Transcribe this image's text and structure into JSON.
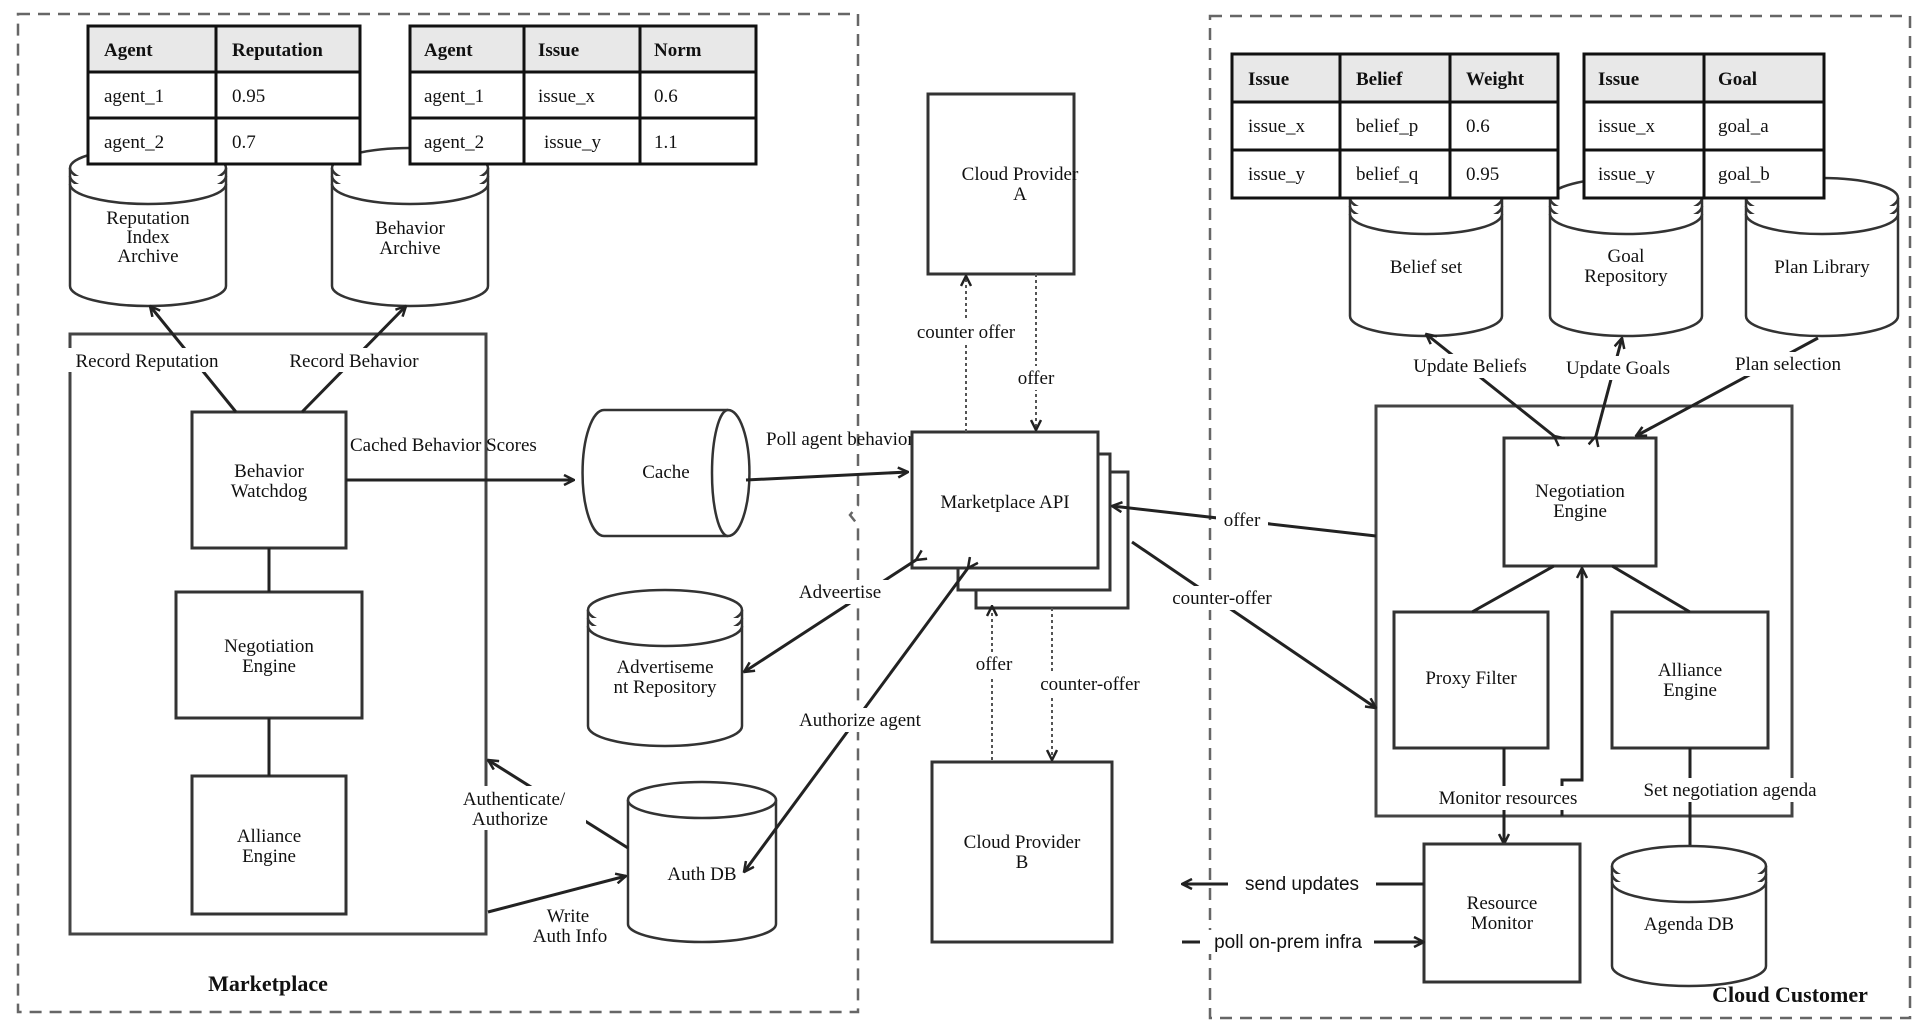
{
  "regions": {
    "marketplace": "Marketplace",
    "cloud_customer": "Cloud Customer"
  },
  "tables": {
    "reputation": {
      "headers": [
        "Agent",
        "Reputation"
      ],
      "rows": [
        [
          "agent_1",
          "0.95"
        ],
        [
          "agent_2",
          "0.7"
        ]
      ]
    },
    "norms": {
      "headers": [
        "Agent",
        "Issue",
        "Norm"
      ],
      "rows": [
        [
          "agent_1",
          "issue_x",
          "0.6"
        ],
        [
          "agent_2",
          "issue_y",
          "1.1"
        ]
      ]
    },
    "beliefs": {
      "headers": [
        "Issue",
        "Belief",
        "Weight"
      ],
      "rows": [
        [
          "issue_x",
          "belief_p",
          "0.6"
        ],
        [
          "issue_y",
          "belief_q",
          "0.95"
        ]
      ]
    },
    "goals": {
      "headers": [
        "Issue",
        "Goal"
      ],
      "rows": [
        [
          "issue_x",
          "goal_a"
        ],
        [
          "issue_y",
          "goal_b"
        ]
      ]
    }
  },
  "stores": {
    "reputation_archive": [
      "Reputation",
      "Index",
      "Archive"
    ],
    "behavior_archive": [
      "Behavior",
      "Archive"
    ],
    "cache": "Cache",
    "advertisement_repo": [
      "Advertiseme",
      "nt Repository"
    ],
    "auth_db": "Auth DB",
    "belief_set": "Belief set",
    "goal_repo": [
      "Goal",
      "Repository"
    ],
    "plan_library": "Plan Library",
    "agenda_db": "Agenda DB"
  },
  "components": {
    "behavior_watchdog": [
      "Behavior",
      "Watchdog"
    ],
    "mp_negotiation_engine": [
      "Negotiation",
      "Engine"
    ],
    "mp_alliance_engine": [
      "Alliance",
      "Engine"
    ],
    "cloud_provider_a": [
      "Cloud Provider",
      "A"
    ],
    "cloud_provider_b": [
      "Cloud Provider",
      "B"
    ],
    "marketplace_api": "Marketplace API",
    "cc_negotiation_engine": [
      "Negotiation",
      "Engine"
    ],
    "proxy_filter": "Proxy Filter",
    "cc_alliance_engine": [
      "Alliance",
      "Engine"
    ],
    "resource_monitor": [
      "Resource",
      "Monitor"
    ]
  },
  "labels": {
    "record_reputation": "Record Reputation",
    "record_behavior": "Record Behavior",
    "cached_behavior_scores": "Cached Behavior Scores",
    "poll_agent_behavior": "Poll agent behavior",
    "advertise": "Adveertise",
    "authorize_agent": "Authorize agent",
    "authenticate": [
      "Authenticate/",
      "Authorize"
    ],
    "write_auth": [
      "Write",
      "Auth Info"
    ],
    "counter_offer_a": "counter offer",
    "offer_a": "offer",
    "offer_b": "offer",
    "counter_offer_b": "counter-offer",
    "offer_cc": "offer",
    "counter_offer_cc": "counter-offer",
    "update_beliefs": "Update Beliefs",
    "update_goals": "Update Goals",
    "plan_selection": "Plan selection",
    "monitor_resources": "Monitor resources",
    "set_agenda": "Set negotiation agenda",
    "send_updates": "send updates",
    "poll_infra": "poll on-prem infra"
  }
}
